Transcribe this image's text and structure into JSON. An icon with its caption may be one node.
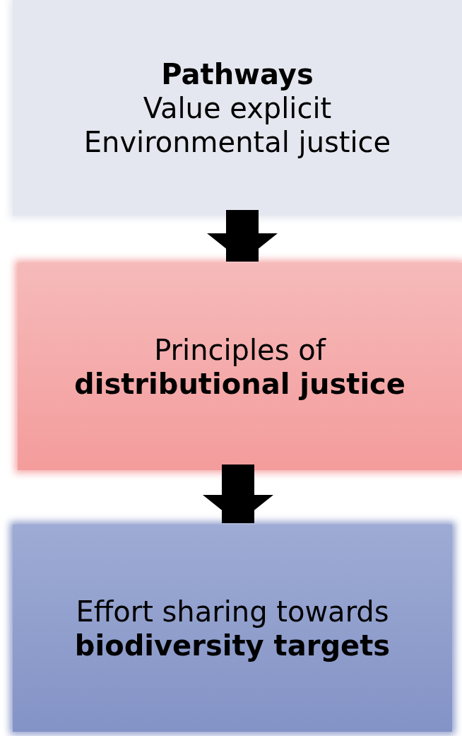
{
  "diagram": {
    "nodes": [
      {
        "text": [
          "Pathways",
          "Value explicit",
          "Environmental justice"
        ]
      },
      {
        "text": [
          "Principles of **distributional justice**"
        ]
      },
      {
        "text": [
          "Effort sharing towards **biodiversity targets**"
        ]
      }
    ],
    "edges": [
      {
        "from": 0,
        "to": 1,
        "arrow": "to"
      },
      {
        "from": 1,
        "to": 2,
        "arrow": "to"
      }
    ]
  }
}
